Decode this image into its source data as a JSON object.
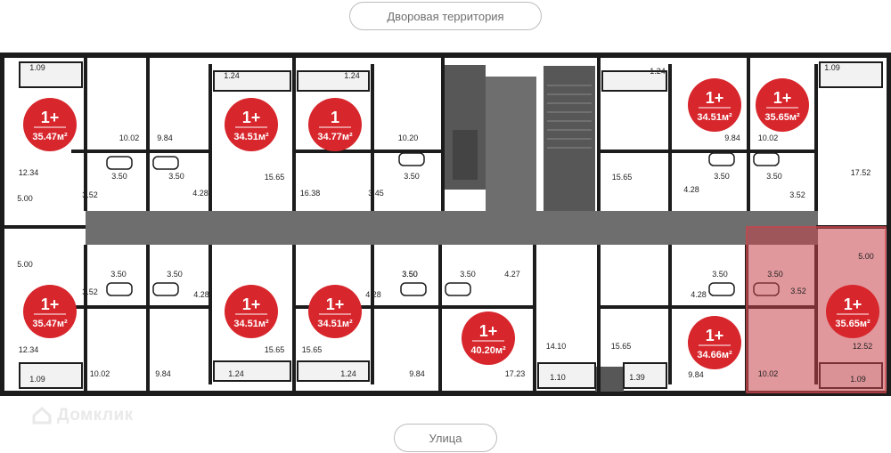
{
  "top_label": "Дворовая территория",
  "bottom_label": "Улица",
  "watermark": "Домклик",
  "colors": {
    "wall": "#1c1c1c",
    "corridor": "#6e6e6e",
    "core": "#575757",
    "badge": "#d7262c",
    "highlight": "#c8434a"
  },
  "apartments": [
    {
      "id": "a1",
      "rooms": "1+",
      "area": "35.47м²"
    },
    {
      "id": "a2",
      "rooms": "1+",
      "area": "34.51м²"
    },
    {
      "id": "a3",
      "rooms": "1",
      "area": "34.77м²"
    },
    {
      "id": "a4",
      "rooms": "1+",
      "area": "34.51м²"
    },
    {
      "id": "a5",
      "rooms": "1+",
      "area": "35.65м²"
    },
    {
      "id": "a6",
      "rooms": "1+",
      "area": "35.47м²"
    },
    {
      "id": "a7",
      "rooms": "1+",
      "area": "34.51м²"
    },
    {
      "id": "a8",
      "rooms": "1+",
      "area": "34.51м²"
    },
    {
      "id": "a9",
      "rooms": "1+",
      "area": "40.20м²"
    },
    {
      "id": "a10",
      "rooms": "1+",
      "area": "34.66м²"
    },
    {
      "id": "a11",
      "rooms": "1+",
      "area": "35.65м²"
    }
  ],
  "room_labels": [
    "1.09",
    "10.02",
    "12.34",
    "5.00",
    "3.52",
    "3.50",
    "1.24",
    "9.84",
    "3.50",
    "4.28",
    "15.65",
    "1.24",
    "10.20",
    "3.50",
    "16.38",
    "3.45",
    "1.24",
    "15.65",
    "9.84",
    "3.50",
    "4.28",
    "1.09",
    "10.02",
    "3.50",
    "3.52",
    "17.52",
    "5.00",
    "3.50",
    "3.52",
    "12.34",
    "10.02",
    "1.09",
    "3.50",
    "4.28",
    "9.84",
    "15.65",
    "1.24",
    "3.50",
    "4.28",
    "15.65",
    "1.24",
    "9.84",
    "3.50",
    "3.50",
    "4.27",
    "17.23",
    "14.10",
    "1.10",
    "15.65",
    "4.28",
    "3.50",
    "9.84",
    "1.39",
    "3.50",
    "3.52",
    "5.00",
    "10.02",
    "12.52",
    "1.09"
  ]
}
